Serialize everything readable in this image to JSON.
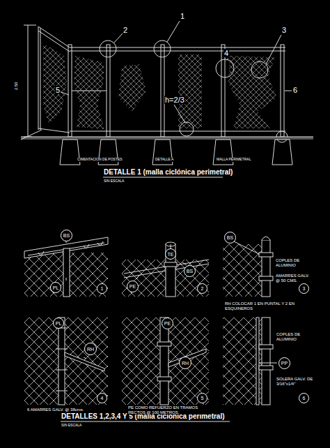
{
  "diagram": {
    "title": "DETALLE 1 (malla ciclónica perimetral)",
    "caption": "DETALLES 1,2,3,4 Y 5 (malla ciclónica perimetral)",
    "nodes": [
      {
        "text": [
          "BS"
        ]
      },
      {
        "text": [
          "PL"
        ]
      },
      {
        "text": [
          "1"
        ]
      },
      {
        "text": [
          "TE"
        ]
      },
      {
        "text": [
          "PE"
        ]
      },
      {
        "text": [
          "BS"
        ]
      },
      {
        "text": [
          "2"
        ]
      },
      {
        "text": [
          "BS"
        ]
      },
      {
        "text": [
          "3"
        ]
      },
      {
        "text": [
          "PL"
        ]
      },
      {
        "text": [
          "RH"
        ]
      },
      {
        "text": [
          "4"
        ]
      },
      {
        "text": [
          "PE"
        ]
      },
      {
        "text": [
          "RH"
        ]
      },
      {
        "text": [
          "5"
        ]
      },
      {
        "text": [
          "PP"
        ]
      },
      {
        "text": [
          "6"
        ]
      }
    ],
    "labels": [
      "2",
      "1",
      "3",
      "4",
      "5",
      "6",
      "h=2/3",
      "2.50",
      "CIMENTACION DE POSTES",
      "DETALLE A",
      "MALLA PERIMETRAL",
      "SIN ESCALA",
      "COPLES DE ALUMINIO",
      "AMARRES GALV. @ 50 CMS.",
      "RH COLOCAR 1 EN PUNTAL Y 2 EN ESQUINEROS",
      "COPLES DE ALUMINIO",
      "SOLERA GALV. DE 3/16\"x1/4\"",
      "6 AMARRES GALV. @ 38cms.",
      "PE COMO REFUERZO EN TRAMOS RECTOS @ 100 METROS.",
      "SIN ESCALA"
    ]
  }
}
